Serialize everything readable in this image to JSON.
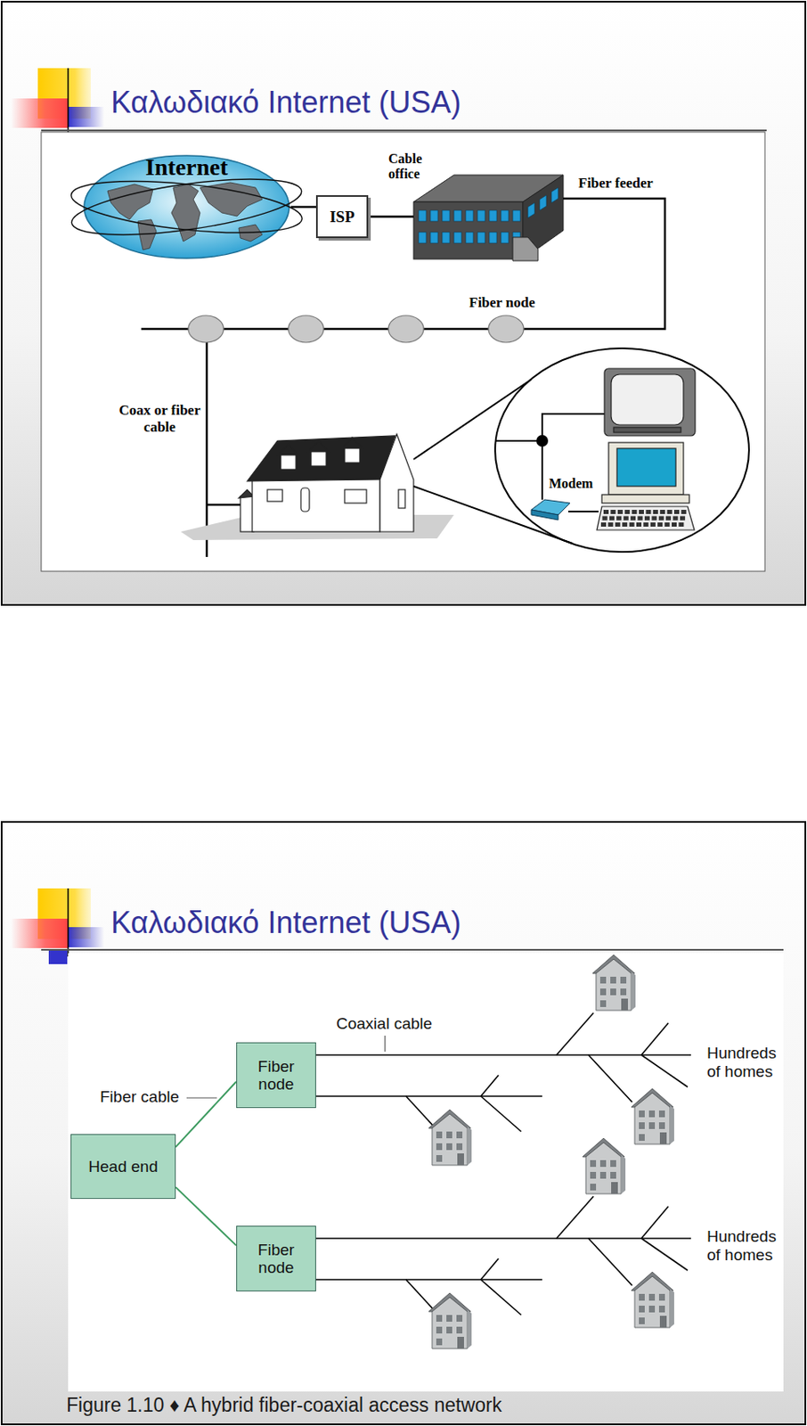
{
  "diagram": {
    "title": "Καλωδιακό Internet (USA)",
    "caption": "Figure 1.10 ♦ A hybrid fiber-coaxial access network",
    "nodes": [
      {
        "text": [
          "Internet"
        ]
      },
      {
        "text": [
          "ISP"
        ]
      },
      {
        "text": [
          "Cable office"
        ]
      },
      {
        "text": [
          "Head end"
        ]
      },
      {
        "text": [
          "Fiber node"
        ]
      },
      {
        "text": [
          "Fiber node"
        ]
      }
    ],
    "edges": [
      {
        "from": 0,
        "to": 1,
        "arrow": "none"
      },
      {
        "from": 1,
        "to": 2,
        "arrow": "none"
      },
      {
        "from": 3,
        "to": 4,
        "arrow": "none"
      },
      {
        "from": 3,
        "to": 5,
        "arrow": "none"
      }
    ],
    "labels": [
      "Καλωδιακό Internet (USA)",
      "Fiber feeder",
      "Fiber node",
      "Coax or fiber cable",
      "Modem",
      "Coaxial cable",
      "Fiber cable",
      "Hundreds of homes",
      "Hundreds of homes"
    ]
  }
}
